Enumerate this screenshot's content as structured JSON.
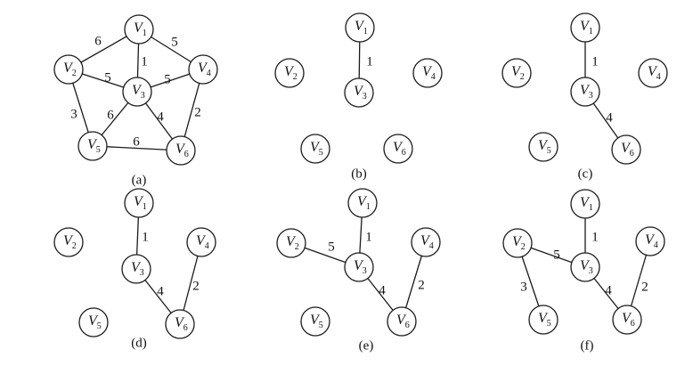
{
  "figure": {
    "node_prefix": "V",
    "panels": [
      {
        "caption": "(a)",
        "nodes": [
          "1",
          "2",
          "3",
          "4",
          "5",
          "6"
        ],
        "edges": [
          {
            "from": "1",
            "to": "2",
            "weight": "6"
          },
          {
            "from": "1",
            "to": "3",
            "weight": "1"
          },
          {
            "from": "1",
            "to": "4",
            "weight": "5"
          },
          {
            "from": "2",
            "to": "3",
            "weight": "5"
          },
          {
            "from": "3",
            "to": "4",
            "weight": "5"
          },
          {
            "from": "2",
            "to": "5",
            "weight": "3"
          },
          {
            "from": "3",
            "to": "5",
            "weight": "6"
          },
          {
            "from": "3",
            "to": "6",
            "weight": "4"
          },
          {
            "from": "4",
            "to": "6",
            "weight": "2"
          },
          {
            "from": "5",
            "to": "6",
            "weight": "6"
          }
        ]
      },
      {
        "caption": "(b)",
        "nodes": [
          "1",
          "2",
          "3",
          "4",
          "5",
          "6"
        ],
        "edges": [
          {
            "from": "1",
            "to": "3",
            "weight": "1"
          }
        ]
      },
      {
        "caption": "(c)",
        "nodes": [
          "1",
          "2",
          "3",
          "4",
          "5",
          "6"
        ],
        "edges": [
          {
            "from": "1",
            "to": "3",
            "weight": "1"
          },
          {
            "from": "3",
            "to": "6",
            "weight": "4"
          }
        ]
      },
      {
        "caption": "(d)",
        "nodes": [
          "1",
          "2",
          "3",
          "4",
          "5",
          "6"
        ],
        "edges": [
          {
            "from": "1",
            "to": "3",
            "weight": "1"
          },
          {
            "from": "3",
            "to": "6",
            "weight": "4"
          },
          {
            "from": "4",
            "to": "6",
            "weight": "2"
          }
        ]
      },
      {
        "caption": "(e)",
        "nodes": [
          "1",
          "2",
          "3",
          "4",
          "5",
          "6"
        ],
        "edges": [
          {
            "from": "1",
            "to": "3",
            "weight": "1"
          },
          {
            "from": "3",
            "to": "6",
            "weight": "4"
          },
          {
            "from": "4",
            "to": "6",
            "weight": "2"
          },
          {
            "from": "2",
            "to": "3",
            "weight": "5"
          }
        ]
      },
      {
        "caption": "(f)",
        "nodes": [
          "1",
          "2",
          "3",
          "4",
          "5",
          "6"
        ],
        "edges": [
          {
            "from": "1",
            "to": "3",
            "weight": "1"
          },
          {
            "from": "3",
            "to": "6",
            "weight": "4"
          },
          {
            "from": "4",
            "to": "6",
            "weight": "2"
          },
          {
            "from": "2",
            "to": "3",
            "weight": "5"
          },
          {
            "from": "2",
            "to": "5",
            "weight": "3"
          }
        ]
      }
    ]
  }
}
